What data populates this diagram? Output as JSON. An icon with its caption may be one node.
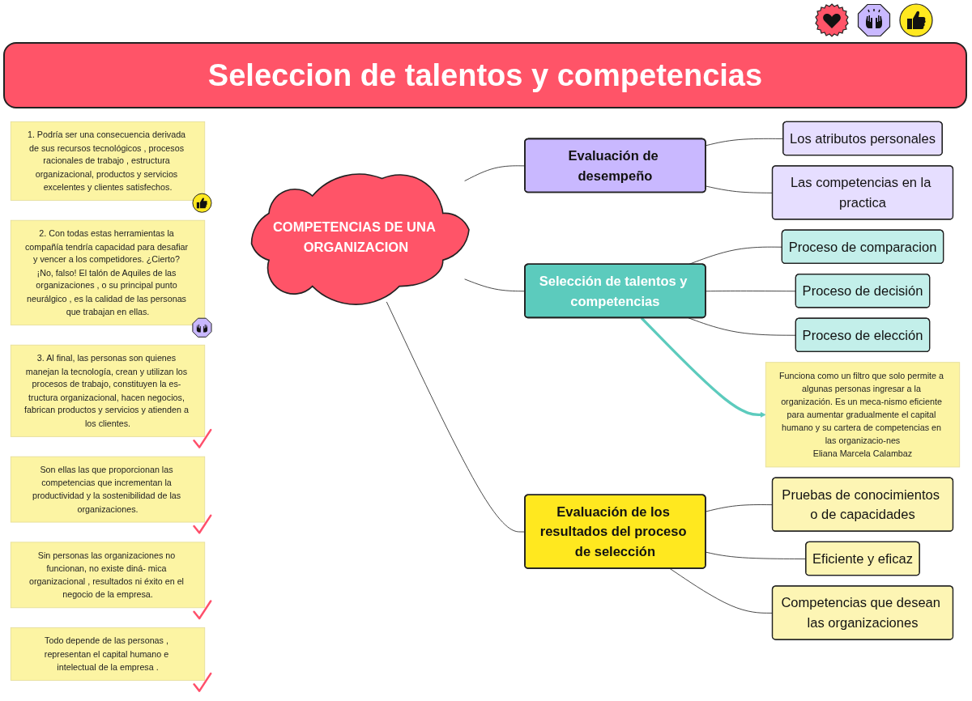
{
  "diagram": {
    "title": "Seleccion de talentos y competencias",
    "nodes": [
      {
        "text": [
          "COMPETENCIAS DE UNA ORGANIZACION"
        ]
      },
      {
        "text": [
          "Evaluación de desempeño"
        ]
      },
      {
        "text": [
          "Los atributos personales"
        ]
      },
      {
        "text": [
          "Las competencias en la practica"
        ]
      },
      {
        "text": [
          "Selección de talentos y competencias"
        ]
      },
      {
        "text": [
          "Proceso de comparacion"
        ]
      },
      {
        "text": [
          "Proceso de decisión"
        ]
      },
      {
        "text": [
          "Proceso de elección"
        ]
      },
      {
        "text": [
          "Evaluación de los resultados del proceso de selección"
        ]
      },
      {
        "text": [
          "Pruebas de conocimientos o de capacidades"
        ]
      },
      {
        "text": [
          "Eficiente y eficaz"
        ]
      },
      {
        "text": [
          "Competencias que desean las organizaciones"
        ]
      },
      {
        "text": [
          "Funciona como un filtro que solo permite a algunas personas ingresar a la organización. Es un meca-nismo eficiente para aumentar gradualmente el capital humano y su cartera de competencias en las organizacio-nes",
          "Eliana Marcela Calambaz"
        ]
      },
      {
        "text": [
          "1. Podría ser una consecuencia derivada de sus recursos tecnológicos , procesos racionales de trabajo , estructura organizacional, productos y servicios excelentes y clientes satisfechos."
        ]
      },
      {
        "text": [
          "2. Con todas estas herramientas la compañía tendría capacidad para desafiar y vencer a los competidores. ¿Cierto? ¡No, falso! El talón de Aquiles de las organizaciones , o su principal punto neurálgico , es la calidad de las personas que trabajan en ellas."
        ]
      },
      {
        "text": [
          "3. Al final, las personas son quienes manejan la tecnología, crean y utilizan los procesos de trabajo, constituyen la es- tructura organizacional, hacen negocios, fabrican productos y servicios y atienden a los clientes."
        ]
      },
      {
        "text": [
          "Son ellas las que proporcionan las competencias que incrementan la productividad y la sostenibilidad de las organizaciones."
        ]
      },
      {
        "text": [
          "Sin personas las organizaciones no funcionan, no existe diná- mica organizacional , resultados ni éxito en el negocio de la empresa."
        ]
      },
      {
        "text": [
          "Todo depende de las personas , representan el capital humano e intelectual de la empresa ."
        ]
      }
    ],
    "edges": [
      {
        "from": 0,
        "to": 1,
        "arrow": "none"
      },
      {
        "from": 0,
        "to": 4,
        "arrow": "none"
      },
      {
        "from": 0,
        "to": 8,
        "arrow": "none"
      },
      {
        "from": 1,
        "to": 2,
        "arrow": "none"
      },
      {
        "from": 1,
        "to": 3,
        "arrow": "none"
      },
      {
        "from": 4,
        "to": 5,
        "arrow": "none"
      },
      {
        "from": 4,
        "to": 6,
        "arrow": "none"
      },
      {
        "from": 4,
        "to": 7,
        "arrow": "none"
      },
      {
        "from": 8,
        "to": 9,
        "arrow": "none"
      },
      {
        "from": 8,
        "to": 10,
        "arrow": "none"
      },
      {
        "from": 8,
        "to": 11,
        "arrow": "none"
      },
      {
        "from": 4,
        "to": 12,
        "arrow": "to",
        "style": "thick",
        "color": "#5ccbbd"
      }
    ]
  }
}
